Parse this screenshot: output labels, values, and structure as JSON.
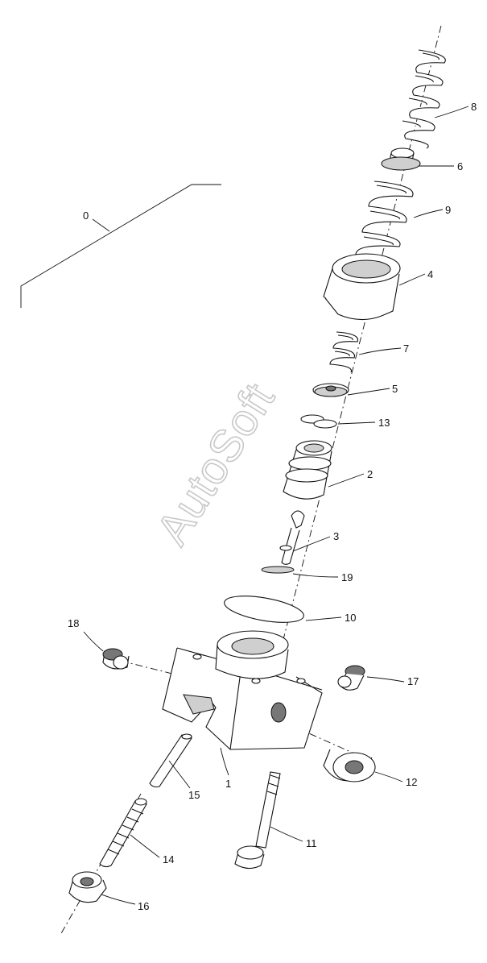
{
  "diagram": {
    "watermark": "AutoSoft",
    "assembly_label": "0",
    "callouts": [
      {
        "id": "p8",
        "label": "8"
      },
      {
        "id": "p6",
        "label": "6"
      },
      {
        "id": "p9",
        "label": "9"
      },
      {
        "id": "p4",
        "label": "4"
      },
      {
        "id": "p7",
        "label": "7"
      },
      {
        "id": "p5",
        "label": "5"
      },
      {
        "id": "p13",
        "label": "13"
      },
      {
        "id": "p2",
        "label": "2"
      },
      {
        "id": "p3",
        "label": "3"
      },
      {
        "id": "p19",
        "label": "19"
      },
      {
        "id": "p10",
        "label": "10"
      },
      {
        "id": "p18",
        "label": "18"
      },
      {
        "id": "p17",
        "label": "17"
      },
      {
        "id": "p12",
        "label": "12"
      },
      {
        "id": "p1",
        "label": "1"
      },
      {
        "id": "p15",
        "label": "15"
      },
      {
        "id": "p11",
        "label": "11"
      },
      {
        "id": "p14",
        "label": "14"
      },
      {
        "id": "p16",
        "label": "16"
      }
    ]
  }
}
